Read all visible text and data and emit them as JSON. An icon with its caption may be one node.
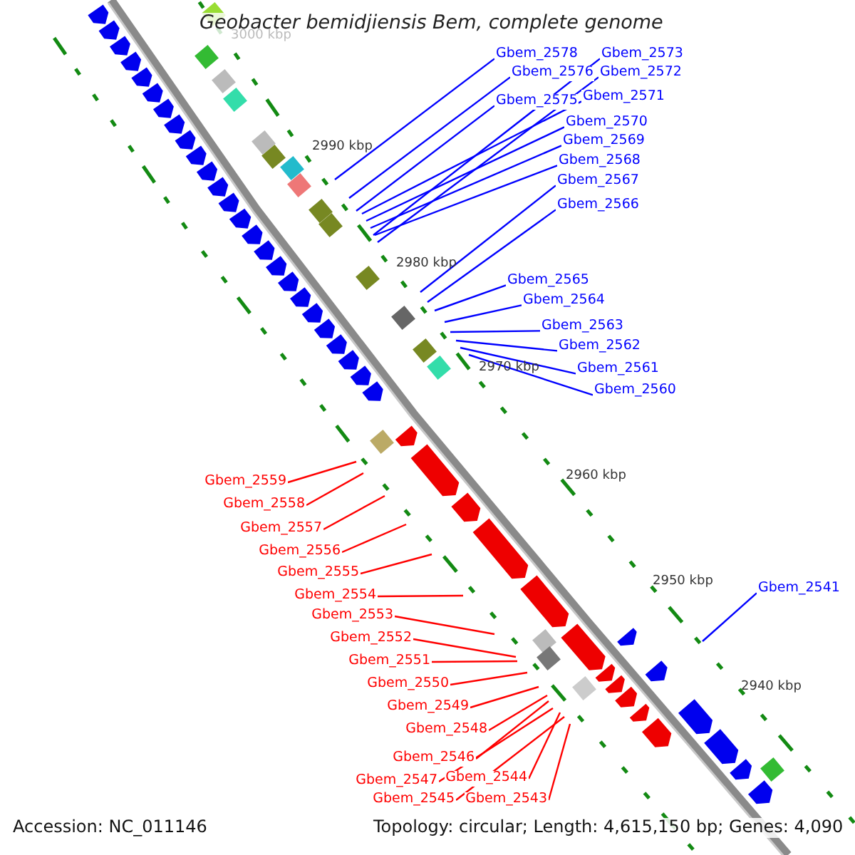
{
  "diagram": {
    "title": "Geobacter bemidjiensis Bem, complete genome",
    "nodes": [
      {
        "text": [
          "Gbem_2578"
        ]
      },
      {
        "text": [
          "Gbem_2573"
        ]
      },
      {
        "text": [
          "Gbem_2576"
        ]
      },
      {
        "text": [
          "Gbem_2572"
        ]
      },
      {
        "text": [
          "Gbem_2575"
        ]
      },
      {
        "text": [
          "Gbem_2571"
        ]
      },
      {
        "text": [
          "Gbem_2570"
        ]
      },
      {
        "text": [
          "Gbem_2569"
        ]
      },
      {
        "text": [
          "Gbem_2568"
        ]
      },
      {
        "text": [
          "Gbem_2567"
        ]
      },
      {
        "text": [
          "Gbem_2566"
        ]
      },
      {
        "text": [
          "Gbem_2565"
        ]
      },
      {
        "text": [
          "Gbem_2564"
        ]
      },
      {
        "text": [
          "Gbem_2563"
        ]
      },
      {
        "text": [
          "Gbem_2562"
        ]
      },
      {
        "text": [
          "Gbem_2561"
        ]
      },
      {
        "text": [
          "Gbem_2560"
        ]
      },
      {
        "text": [
          "Gbem_2559"
        ]
      },
      {
        "text": [
          "Gbem_2558"
        ]
      },
      {
        "text": [
          "Gbem_2557"
        ]
      },
      {
        "text": [
          "Gbem_2556"
        ]
      },
      {
        "text": [
          "Gbem_2555"
        ]
      },
      {
        "text": [
          "Gbem_2541"
        ]
      },
      {
        "text": [
          "Gbem_2554"
        ]
      },
      {
        "text": [
          "Gbem_2553"
        ]
      },
      {
        "text": [
          "Gbem_2552"
        ]
      },
      {
        "text": [
          "Gbem_2551"
        ]
      },
      {
        "text": [
          "Gbem_2550"
        ]
      },
      {
        "text": [
          "Gbem_2549"
        ]
      },
      {
        "text": [
          "Gbem_2548"
        ]
      },
      {
        "text": [
          "Gbem_2546"
        ]
      },
      {
        "text": [
          "Gbem_2547"
        ]
      },
      {
        "text": [
          "Gbem_2544"
        ]
      },
      {
        "text": [
          "Gbem_2545"
        ]
      },
      {
        "text": [
          "Gbem_2543"
        ]
      }
    ],
    "edges": [
      {
        "from": 0,
        "to": null,
        "arrow": "none"
      },
      {
        "from": 1,
        "to": null,
        "arrow": "none"
      },
      {
        "from": 2,
        "to": null,
        "arrow": "none"
      },
      {
        "from": 3,
        "to": null,
        "arrow": "none"
      },
      {
        "from": 4,
        "to": null,
        "arrow": "none"
      },
      {
        "from": 5,
        "to": null,
        "arrow": "none"
      },
      {
        "from": 6,
        "to": null,
        "arrow": "none"
      },
      {
        "from": 7,
        "to": null,
        "arrow": "none"
      },
      {
        "from": 8,
        "to": null,
        "arrow": "none"
      },
      {
        "from": 9,
        "to": null,
        "arrow": "none"
      },
      {
        "from": 10,
        "to": null,
        "arrow": "none"
      },
      {
        "from": 11,
        "to": null,
        "arrow": "none"
      },
      {
        "from": 12,
        "to": null,
        "arrow": "none"
      },
      {
        "from": 13,
        "to": null,
        "arrow": "none"
      },
      {
        "from": 14,
        "to": null,
        "arrow": "none"
      },
      {
        "from": 15,
        "to": null,
        "arrow": "none"
      },
      {
        "from": 16,
        "to": null,
        "arrow": "none"
      },
      {
        "from": 17,
        "to": null,
        "arrow": "none",
        "color": "#ff0000"
      },
      {
        "from": 18,
        "to": null,
        "arrow": "none",
        "color": "#ff0000"
      },
      {
        "from": 19,
        "to": null,
        "arrow": "none",
        "color": "#ff0000"
      },
      {
        "from": 20,
        "to": null,
        "arrow": "none",
        "color": "#ff0000"
      },
      {
        "from": 21,
        "to": null,
        "arrow": "none",
        "color": "#ff0000"
      },
      {
        "from": 22,
        "to": null,
        "arrow": "none"
      },
      {
        "from": 23,
        "to": null,
        "arrow": "none",
        "color": "#ff0000"
      },
      {
        "from": 24,
        "to": null,
        "arrow": "none",
        "color": "#ff0000"
      },
      {
        "from": 25,
        "to": null,
        "arrow": "none",
        "color": "#ff0000"
      },
      {
        "from": 26,
        "to": null,
        "arrow": "none",
        "color": "#ff0000"
      },
      {
        "from": 27,
        "to": null,
        "arrow": "none",
        "color": "#ff0000"
      },
      {
        "from": 28,
        "to": null,
        "arrow": "none",
        "color": "#ff0000"
      },
      {
        "from": 29,
        "to": null,
        "arrow": "none",
        "color": "#ff0000"
      },
      {
        "from": 30,
        "to": null,
        "arrow": "none",
        "color": "#ff0000"
      },
      {
        "from": 31,
        "to": null,
        "arrow": "none",
        "color": "#ff0000"
      },
      {
        "from": 32,
        "to": null,
        "arrow": "none",
        "color": "#ff0000"
      },
      {
        "from": 33,
        "to": null,
        "arrow": "none",
        "color": "#ff0000"
      },
      {
        "from": 34,
        "to": null,
        "arrow": "none",
        "color": "#ff0000"
      }
    ],
    "labels": [
      "3000 kbp",
      "2990 kbp",
      "2980 kbp",
      "2970 kbp",
      "2960 kbp",
      "2950 kbp",
      "2940 kbp",
      "Accession: NC_011146",
      "Topology: circular; Length: 4,615,150 bp; Genes: 4,090"
    ]
  }
}
